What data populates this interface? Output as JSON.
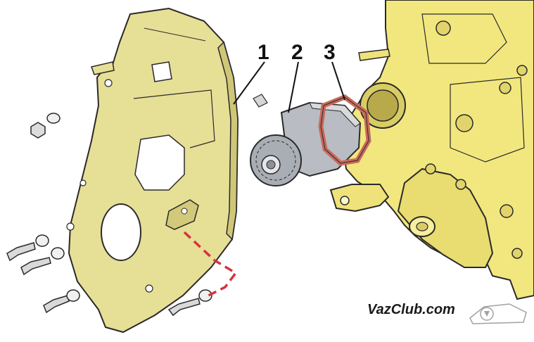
{
  "callouts": [
    {
      "number": "1",
      "target": "timing-belt-rear-cover"
    },
    {
      "number": "2",
      "target": "water-pump"
    },
    {
      "number": "3",
      "target": "pump-gasket"
    }
  ],
  "watermark": {
    "text": "VazClub.com"
  },
  "colors": {
    "cover": "#e6df96",
    "engine": "#f2e77e",
    "pump": "#b9bcc2",
    "gasket": "#c86a5c",
    "dashed_line": "#d8323c",
    "outline": "#2a2a2a"
  },
  "icons": {
    "logo": "car-logo-icon"
  }
}
